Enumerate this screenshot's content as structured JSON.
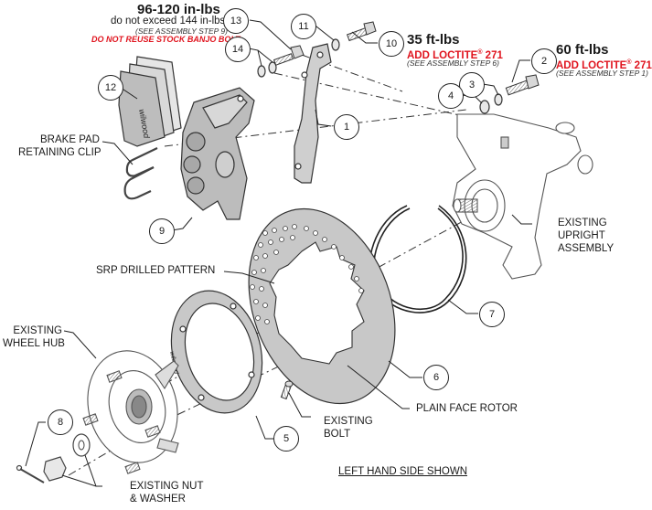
{
  "torque_notes": {
    "caliper_bolt": {
      "torque": "96-120 in-lbs",
      "limit": "do not exceed 144 in-lbs",
      "step": "(SEE ASSEMBLY STEP 9)",
      "warning": "DO NOT REUSE STOCK BANJO BOLT"
    },
    "bracket_bolt": {
      "torque": "35 ft-lbs",
      "loctite": "ADD LOCTITE",
      "loctite_reg": "®",
      "loctite_num": " 271",
      "step": "(SEE ASSEMBLY STEP 6)"
    },
    "upright_bolt": {
      "torque": "60 ft-lbs",
      "loctite": "ADD LOCTITE",
      "loctite_reg": "®",
      "loctite_num": " 271",
      "step": "(SEE ASSEMBLY STEP 1)"
    }
  },
  "labels": {
    "brake_pad_clip_1": "BRAKE PAD",
    "brake_pad_clip_2": "RETAINING CLIP",
    "upright_1": "EXISTING",
    "upright_2": "UPRIGHT",
    "upright_3": "ASSEMBLY",
    "srp": "SRP DRILLED PATTERN",
    "hub_1": "EXISTING",
    "hub_2": "WHEEL HUB",
    "rotor_face": "PLAIN FACE ROTOR",
    "bolt_1": "EXISTING",
    "bolt_2": "BOLT",
    "nut_1": "EXISTING NUT",
    "nut_2": "& WASHER",
    "side_note": "LEFT HAND SIDE SHOWN"
  },
  "callouts": [
    "1",
    "2",
    "3",
    "4",
    "5",
    "6",
    "7",
    "8",
    "9",
    "10",
    "11",
    "12",
    "13",
    "14"
  ],
  "colors": {
    "warning_red": "#e0141e",
    "part_fill": "#c8c8c8",
    "line": "#222222"
  }
}
